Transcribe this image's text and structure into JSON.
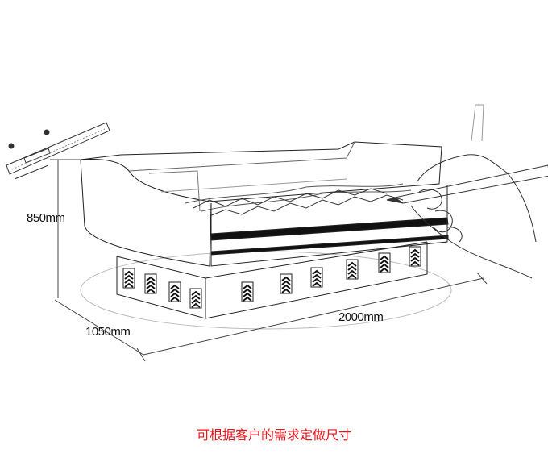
{
  "dimensions": {
    "height": "850mm",
    "depth": "1050mm",
    "length": "2000mm"
  },
  "caption": "可根据客户的需求定做尺寸",
  "colors": {
    "caption": "#e8141b",
    "sketch": "#222222"
  }
}
